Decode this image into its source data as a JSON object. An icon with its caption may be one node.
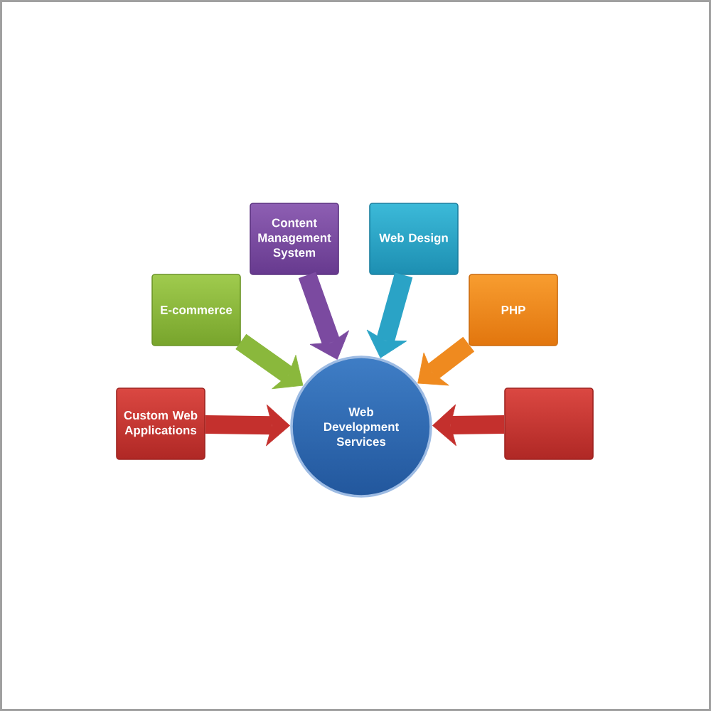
{
  "diagram": {
    "nodes": [
      {
        "text": [
          "Content Management System"
        ]
      },
      {
        "text": [
          "Web Design"
        ]
      },
      {
        "text": [
          "E-commerce"
        ]
      },
      {
        "text": [
          "PHP"
        ]
      },
      {
        "text": [
          "Custom Web Applications"
        ]
      },
      {
        "text": [
          "Web Development Services"
        ]
      },
      {
        "text": [],
        "shape": "box"
      }
    ],
    "edges": [
      {
        "from": 0,
        "to": 5,
        "arrow": "to",
        "color": "#7b4aa0"
      },
      {
        "from": 1,
        "to": 5,
        "arrow": "to",
        "color": "#2aa3c6"
      },
      {
        "from": 2,
        "to": 5,
        "arrow": "to",
        "color": "#8ab83c"
      },
      {
        "from": 3,
        "to": 5,
        "arrow": "to",
        "color": "#ef8a1f"
      },
      {
        "from": 4,
        "to": 5,
        "arrow": "to",
        "color": "#c4302d"
      },
      {
        "from": 6,
        "to": 5,
        "arrow": "to",
        "color": "#c4302d"
      }
    ]
  }
}
